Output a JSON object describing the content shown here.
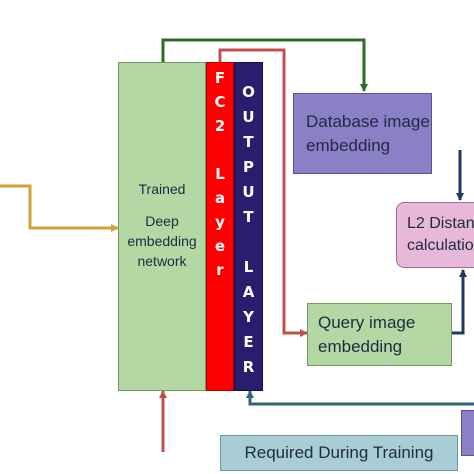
{
  "network": {
    "label_line1": "Trained",
    "label_line2": "Deep",
    "label_line3": "embedding",
    "label_line4": "network"
  },
  "fc2_layer": {
    "text": "FC2 Layer"
  },
  "output_layer": {
    "text": "OUTPUT LAYER"
  },
  "database_embedding": {
    "line1": "Database image",
    "line2": "embedding"
  },
  "query_embedding": {
    "line1": "Query image",
    "line2": "embedding"
  },
  "l2_distance": {
    "line1": "L2 Distanc",
    "line2": "calculatio"
  },
  "training_banner": {
    "text": "Required During Training"
  },
  "colors": {
    "network_fill": "#b3d8a3",
    "fc2_fill": "#ff0000",
    "output_fill": "#2a1c6e",
    "database_fill": "#8b7fc6",
    "query_fill": "#b3d8a3",
    "l2_fill": "#e8b8d8",
    "banner_fill": "#a8cdd4",
    "purple_box_fill": "#8b7fc6",
    "arrow_input": "#d2a23a",
    "arrow_green": "#2e6b24",
    "arrow_red": "#c0504d",
    "arrow_navy": "#1f3864",
    "arrow_teal": "#31657a"
  }
}
